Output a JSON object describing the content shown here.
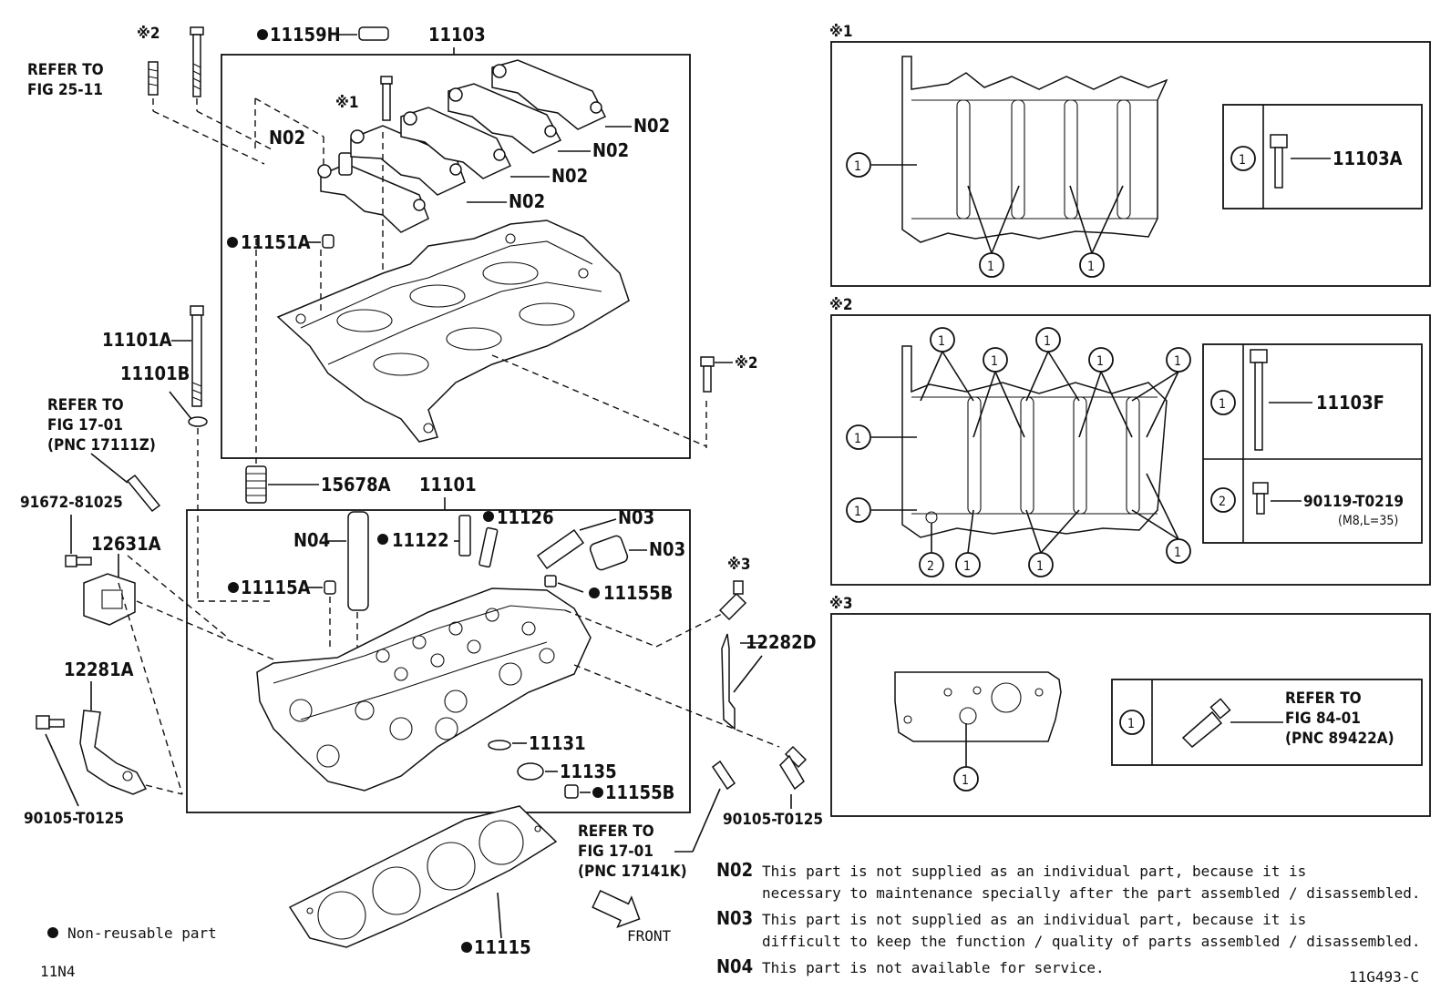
{
  "labels": {
    "p11159H": "11159H",
    "p11103": "11103",
    "ref1_a": "REFER TO",
    "ref1_b": "FIG 25-11",
    "note1_mark": "※1",
    "note2_mark": "※2",
    "note3_mark": "※3",
    "n02": "N02",
    "n03": "N03",
    "n04": "N04",
    "p11151A": "11151A",
    "p11101A": "11101A",
    "p11101B": "11101B",
    "ref2_a": "REFER TO",
    "ref2_b": "FIG 17-01",
    "ref2_c": "(PNC 17111Z)",
    "p91672": "91672-81025",
    "p12631A": "12631A",
    "p15678A": "15678A",
    "p11101": "11101",
    "p11122": "11122",
    "p11126": "11126",
    "p11115A": "11115A",
    "p11155B": "11155B",
    "p12282D": "12282D",
    "p12281A": "12281A",
    "p11131": "11131",
    "p11135": "11135",
    "p90105": "90105-T0125",
    "ref3_a": "REFER TO",
    "ref3_b": "FIG 17-01",
    "ref3_c": "(PNC 17141K)",
    "p11115": "11115",
    "front": "FRONT",
    "nonreusable": "Non-reusable part",
    "page_code_left": "11N4",
    "page_code_right": "11G493-C",
    "circ1": "1",
    "circ2": "2",
    "p11103A": "11103A",
    "p11103F": "11103F",
    "p90119": "90119-T0219",
    "p90119_spec": "(M8,L=35)",
    "ref4_a": "REFER TO",
    "ref4_b": "FIG 84-01",
    "ref4_c": "(PNC 89422A)"
  },
  "notes": [
    {
      "code": "N02",
      "line1": "This part is not supplied as an individual part, because it is",
      "line2": "necessary to maintenance specially after the part assembled / disassembled."
    },
    {
      "code": "N03",
      "line1": "This part is not supplied as an individual part, because it is",
      "line2": "difficult to keep the function / quality of parts assembled / disassembled."
    },
    {
      "code": "N04",
      "line1": "This part is not available for service.",
      "line2": ""
    }
  ]
}
